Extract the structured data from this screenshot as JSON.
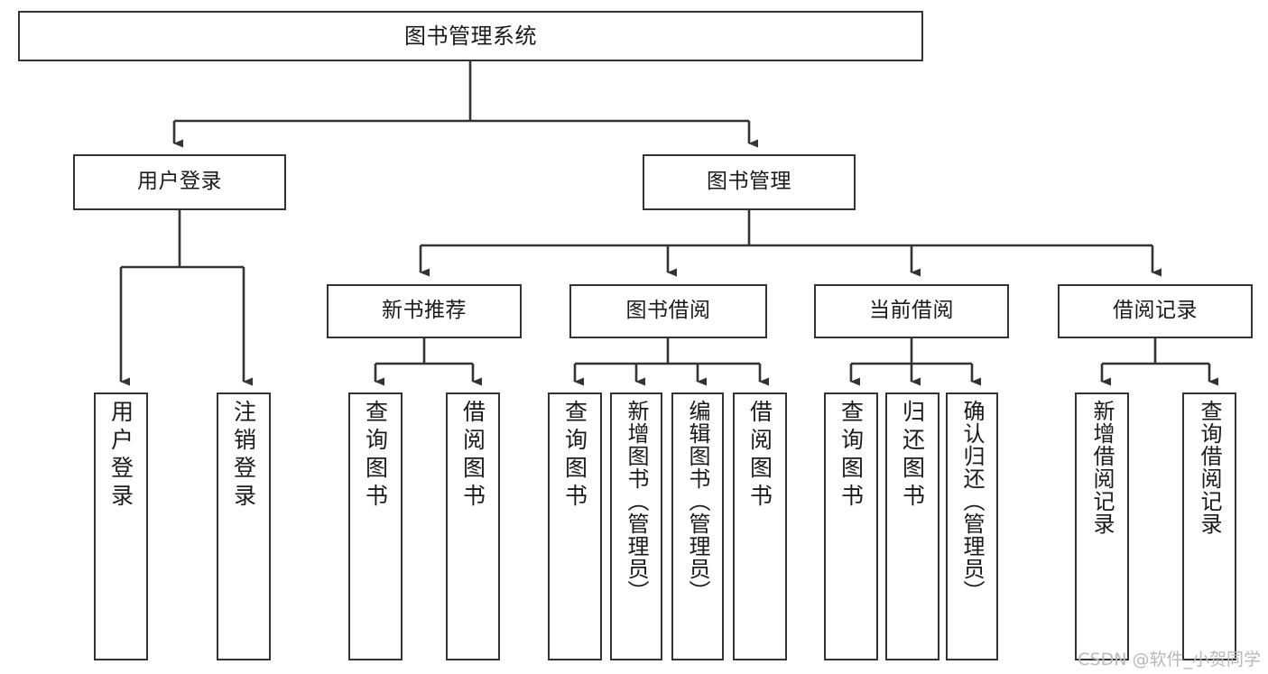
{
  "diagram": {
    "title": "图书管理系统",
    "type": "hierarchy-tree",
    "watermark": "CSDN @软件_小贺同学",
    "colors": {
      "stroke": "#333333",
      "background": "#ffffff",
      "text": "#1a1a1a",
      "watermark": "#b9b9b9"
    },
    "nodes": {
      "root": {
        "label": "图书管理系统"
      },
      "level2": {
        "user_login": {
          "label": "用户登录"
        },
        "book_manage": {
          "label": "图书管理"
        }
      },
      "level3": {
        "new_book_rec": {
          "label": "新书推荐"
        },
        "book_borrow": {
          "label": "图书借阅"
        },
        "current_borrow": {
          "label": "当前借阅"
        },
        "borrow_record": {
          "label": "借阅记录"
        }
      },
      "leaves": {
        "user_login_1": {
          "label": "用户登录"
        },
        "user_login_2": {
          "label": "注销登录"
        },
        "new_book_1": {
          "label": "查询图书"
        },
        "new_book_2": {
          "label": "借阅图书"
        },
        "borrow_1": {
          "label": "查询图书"
        },
        "borrow_2": {
          "label": "新增图书（管理员）"
        },
        "borrow_3": {
          "label": "编辑图书（管理员）"
        },
        "borrow_4": {
          "label": "借阅图书"
        },
        "current_1": {
          "label": "查询图书"
        },
        "current_2": {
          "label": "归还图书"
        },
        "current_3": {
          "label": "确认归还（管理员）"
        },
        "record_1": {
          "label": "新增借阅记录"
        },
        "record_2": {
          "label": "查询借阅记录"
        }
      }
    }
  }
}
